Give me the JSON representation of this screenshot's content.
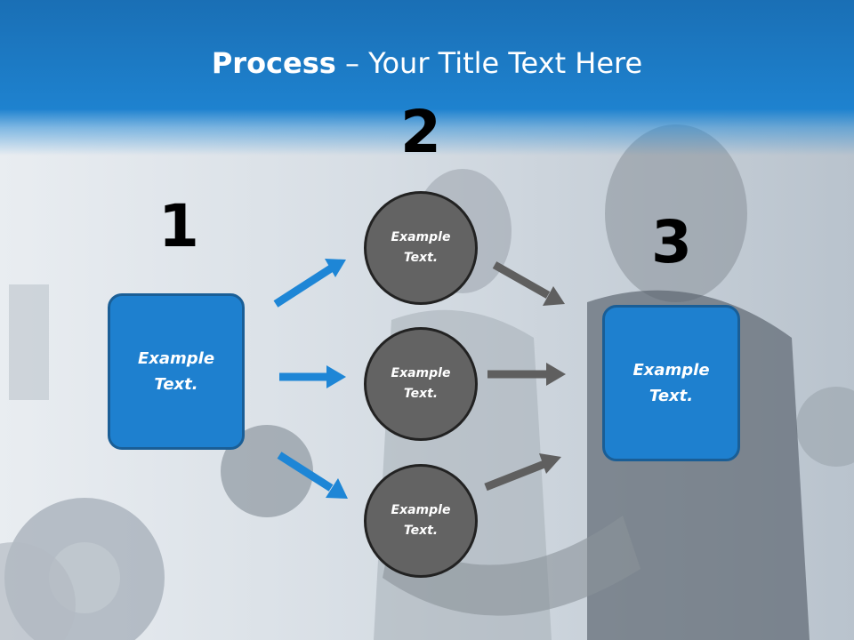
{
  "title": {
    "bold": "Process",
    "rest": " – Your Title Text Here"
  },
  "steps": {
    "one": {
      "number": "1",
      "label": "Example\nText."
    },
    "two": {
      "number": "2",
      "top": "Example\nText.",
      "middle": "Example\nText.",
      "bottom": "Example\nText."
    },
    "three": {
      "number": "3",
      "label": "Example\nText."
    }
  },
  "colors": {
    "title_bar": "#1e82cf",
    "box": "#1e80cf",
    "circle": "#636363",
    "blue_arrow": "#1e86d6",
    "gray_arrow": "#5f5f5f"
  }
}
